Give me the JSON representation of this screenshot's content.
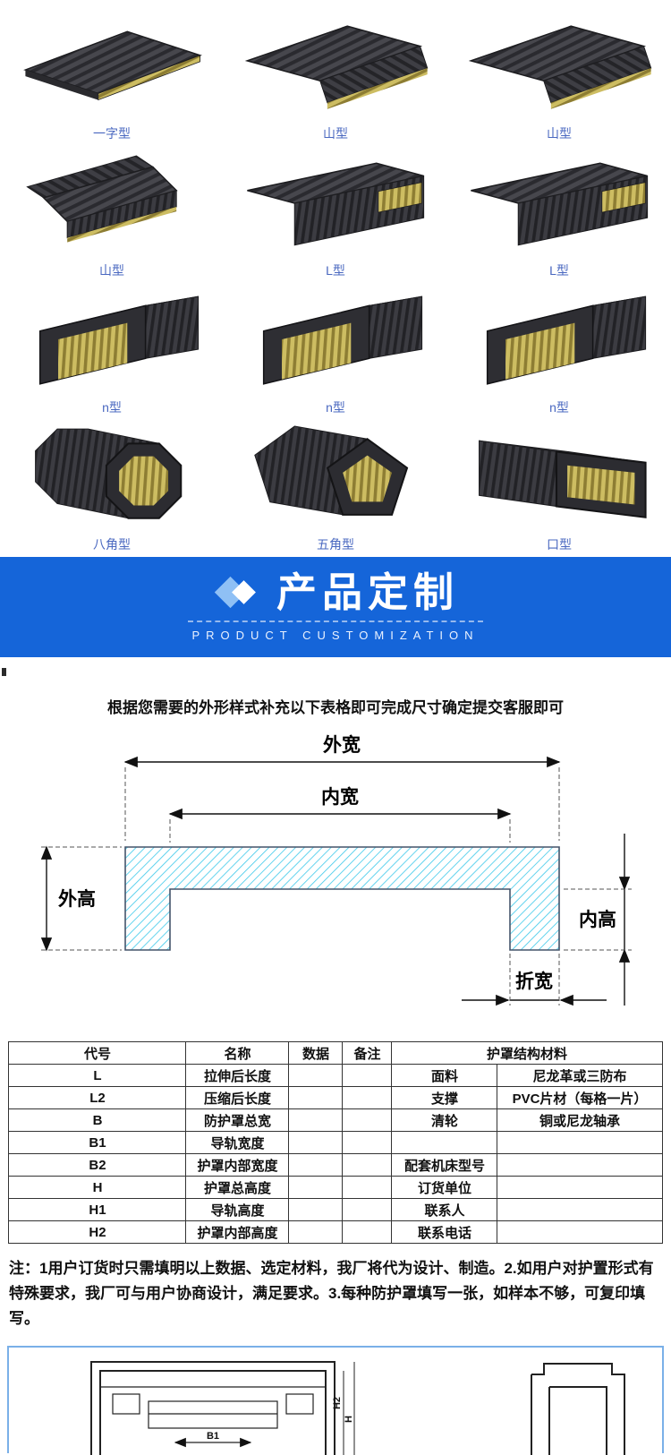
{
  "colors": {
    "banner_bg": "#1565d9",
    "label_blue": "#4a68c0",
    "hatch_cyan": "#3cc9ea",
    "pleat_yellow": "#cdbd62"
  },
  "products": {
    "items": [
      {
        "label": "一字型",
        "shape": "flat-bellows"
      },
      {
        "label": "山型",
        "shape": "hill-bellows"
      },
      {
        "label": "山型",
        "shape": "hill-bellows"
      },
      {
        "label": "山型",
        "shape": "roof-bellows"
      },
      {
        "label": "L型",
        "shape": "l-bellows"
      },
      {
        "label": "L型",
        "shape": "l-bellows"
      },
      {
        "label": "n型",
        "shape": "n-bellows"
      },
      {
        "label": "n型",
        "shape": "n-bellows"
      },
      {
        "label": "n型",
        "shape": "n-bellows"
      },
      {
        "label": "八角型",
        "shape": "octagon-bellows"
      },
      {
        "label": "五角型",
        "shape": "pentagon-bellows"
      },
      {
        "label": "口型",
        "shape": "box-bellows"
      }
    ]
  },
  "banner": {
    "title": "产品定制",
    "subtitle": "PRODUCT CUSTOMIZATION"
  },
  "customization": {
    "instruction": "根据您需要的外形样式补充以下表格即可完成尺寸确定提交客服即可"
  },
  "diagram": {
    "labels": {
      "outer_width": "外宽",
      "inner_width": "内宽",
      "outer_height": "外高",
      "inner_height": "内高",
      "fold_width": "折宽"
    }
  },
  "table": {
    "headers": [
      "代号",
      "名称",
      "数据",
      "备注",
      "护罩结构材料"
    ],
    "rows": [
      {
        "code": "L",
        "name": "拉伸后长度",
        "data": "",
        "remark": "",
        "mat_label": "面料",
        "mat_value": "尼龙革或三防布"
      },
      {
        "code": "L2",
        "name": "压缩后长度",
        "data": "",
        "remark": "",
        "mat_label": "支撑",
        "mat_value": "PVC片材（每格一片）"
      },
      {
        "code": "B",
        "name": "防护罩总宽",
        "data": "",
        "remark": "",
        "mat_label": "清轮",
        "mat_value": "铜或尼龙轴承"
      },
      {
        "code": "B1",
        "name": "导轨宽度",
        "data": "",
        "remark": "",
        "mat_label": "",
        "mat_value": ""
      },
      {
        "code": "B2",
        "name": "护罩内部宽度",
        "data": "",
        "remark": "",
        "mat_label": "配套机床型号",
        "mat_value": ""
      },
      {
        "code": "H",
        "name": "护罩总高度",
        "data": "",
        "remark": "",
        "mat_label": "订货单位",
        "mat_value": ""
      },
      {
        "code": "H1",
        "name": "导轨高度",
        "data": "",
        "remark": "",
        "mat_label": "联系人",
        "mat_value": ""
      },
      {
        "code": "H2",
        "name": "护罩内部高度",
        "data": "",
        "remark": "",
        "mat_label": "联系电话",
        "mat_value": ""
      }
    ]
  },
  "note": "注：1用户订货时只需填明以上数据、选定材料，我厂将代为设计、制造。2.如用户对护置形式有特殊要求，我厂可与用户协商设计，满足要求。3.每种防护罩填写一张，如样本不够，可复印填写。",
  "bottom_drawing": {
    "label_b1": "B1",
    "label_h": "H",
    "label_h2": "H2"
  }
}
